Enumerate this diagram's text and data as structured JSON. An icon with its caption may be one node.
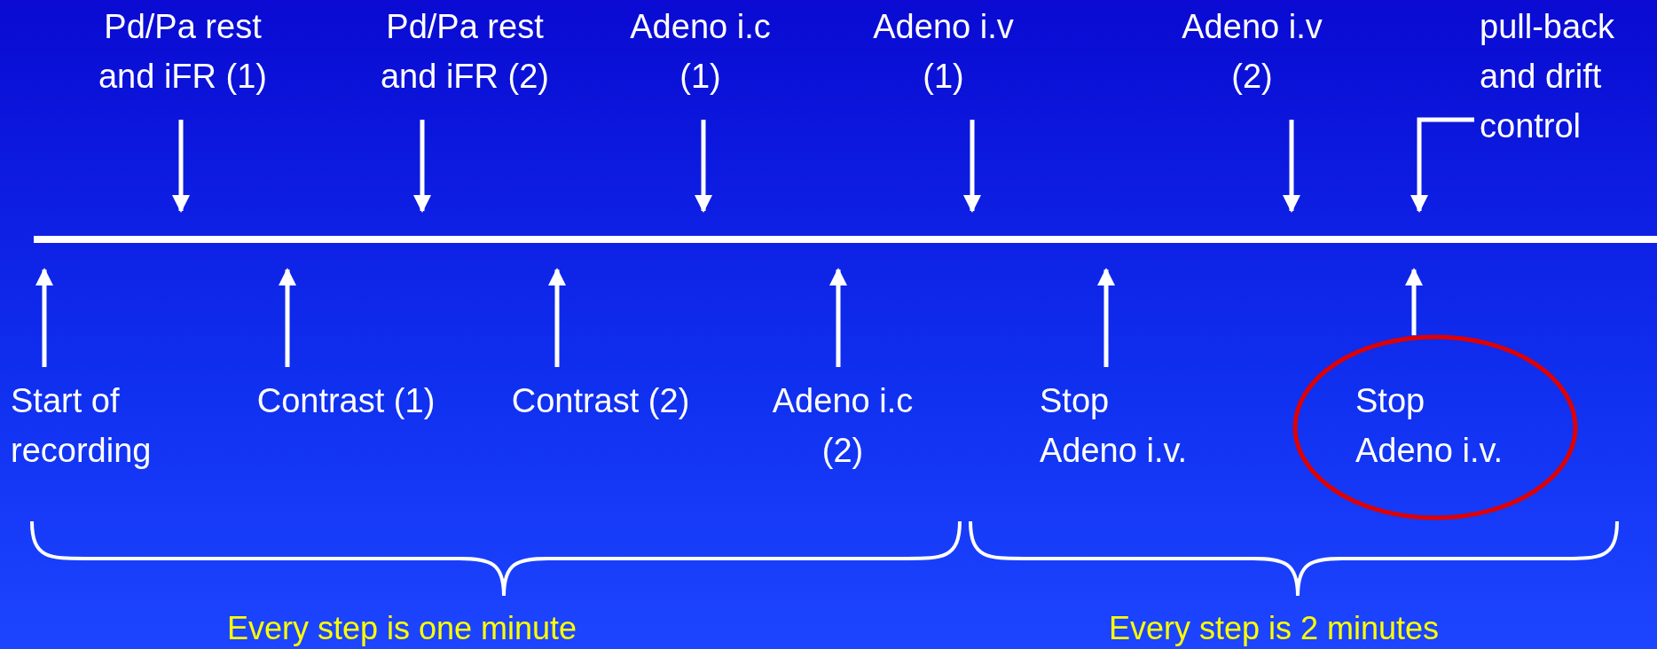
{
  "diagram": {
    "nodes": [
      {
        "text": [
          "Pd/Pa rest and iFR (1)"
        ]
      },
      {
        "text": [
          "Pd/Pa rest and iFR (2)"
        ]
      },
      {
        "text": [
          "Adeno i.c (1)"
        ]
      },
      {
        "text": [
          "Adeno i.v (1)"
        ]
      },
      {
        "text": [
          "Adeno i.v (2)"
        ]
      },
      {
        "text": [
          "pull-back and drift control"
        ]
      },
      {
        "text": [],
        "shape": "bar"
      },
      {
        "text": [
          "Start of recording"
        ]
      },
      {
        "text": [
          "Contrast (1)"
        ]
      },
      {
        "text": [
          "Contrast (2)"
        ]
      },
      {
        "text": [
          "Adeno i.c (2)"
        ]
      },
      {
        "text": [
          "Stop Adeno i.v."
        ]
      },
      {
        "text": [
          "Stop Adeno i.v."
        ]
      }
    ],
    "edges": [
      {
        "from": 0,
        "to": 6,
        "arrow": "to"
      },
      {
        "from": 1,
        "to": 6,
        "arrow": "to"
      },
      {
        "from": 2,
        "to": 6,
        "arrow": "to"
      },
      {
        "from": 3,
        "to": 6,
        "arrow": "to"
      },
      {
        "from": 4,
        "to": 6,
        "arrow": "to"
      },
      {
        "from": 5,
        "to": 6,
        "arrow": "to"
      },
      {
        "from": 7,
        "to": 6,
        "arrow": "to"
      },
      {
        "from": 8,
        "to": 6,
        "arrow": "to"
      },
      {
        "from": 9,
        "to": 6,
        "arrow": "to"
      },
      {
        "from": 10,
        "to": 6,
        "arrow": "to"
      },
      {
        "from": 11,
        "to": 6,
        "arrow": "to"
      },
      {
        "from": 12,
        "to": 6,
        "arrow": "to"
      }
    ],
    "labels": [
      "Every step is one minute",
      "Every step is 2 minutes"
    ]
  }
}
